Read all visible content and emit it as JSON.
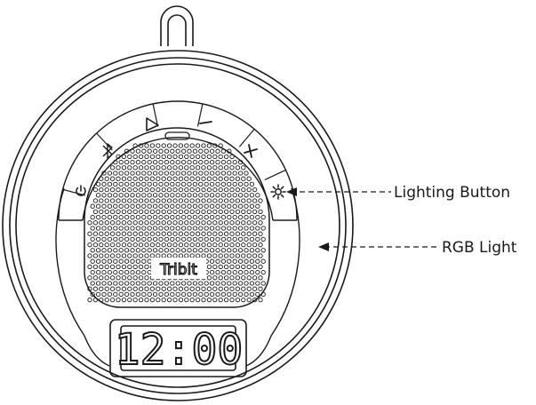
{
  "callouts": {
    "lighting_button": "Lighting Button",
    "rgb_light": "RGB Light"
  },
  "device": {
    "brand": "Tribit",
    "clock_display": "12:00"
  },
  "icons": {
    "power": "power-icon",
    "bluetooth": "bluetooth-icon",
    "play": "play-icon",
    "volume_down": "minus-icon",
    "volume_up": "plus-icon",
    "lighting": "sun-icon"
  },
  "colors": {
    "line": "#1a1a1a",
    "background": "#ffffff"
  }
}
